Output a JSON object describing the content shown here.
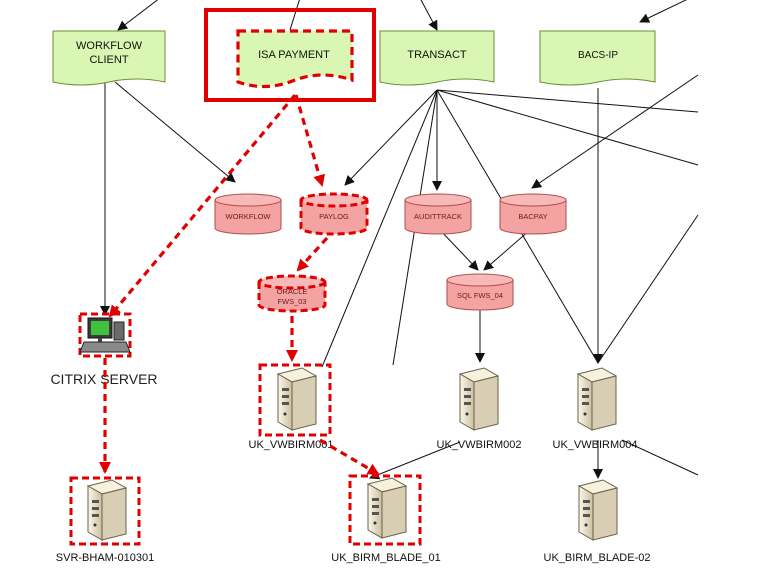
{
  "colors": {
    "document_fill": "#d9f7b2",
    "document_stroke": "#6b8d3a",
    "database_fill": "#f4a3a3",
    "database_stroke": "#b14b4b",
    "highlight": "#e10000",
    "server_body": "#efe7d3"
  },
  "documents": {
    "workflow_client": [
      "WORKFLOW",
      "CLIENT"
    ],
    "isa_payment": "ISA PAYMENT",
    "transact": "TRANSACT",
    "bacs_ip": "BACS-IP"
  },
  "databases": {
    "workflow": "WORKFLOW",
    "paylog": "PAYLOG",
    "audittrack": "AUDITTRACK",
    "bacpay": "BACPAY",
    "oracle_fws_03": [
      "ORACLE",
      "FWS_03"
    ],
    "sql_fws_04": "SQL FWS_04"
  },
  "servers": {
    "citrix_server": "CITRIX SERVER",
    "uk_vwbirm001": "UK_VWBIRM001",
    "uk_vwbirm002": "UK_VWBIRM002",
    "uk_vwbirm004": "UK_VWBIRM004",
    "svr_bham_010301": "SVR-BHAM-010301",
    "uk_birm_blade_01": "UK_BIRM_BLADE_01",
    "uk_birm_blade_02": "UK_BIRM_BLADE-02"
  },
  "icons": {
    "citrix_server": "computer-icon",
    "servers": "server-tower-icon",
    "databases": "database-cylinder-icon",
    "applications": "document-icon"
  }
}
